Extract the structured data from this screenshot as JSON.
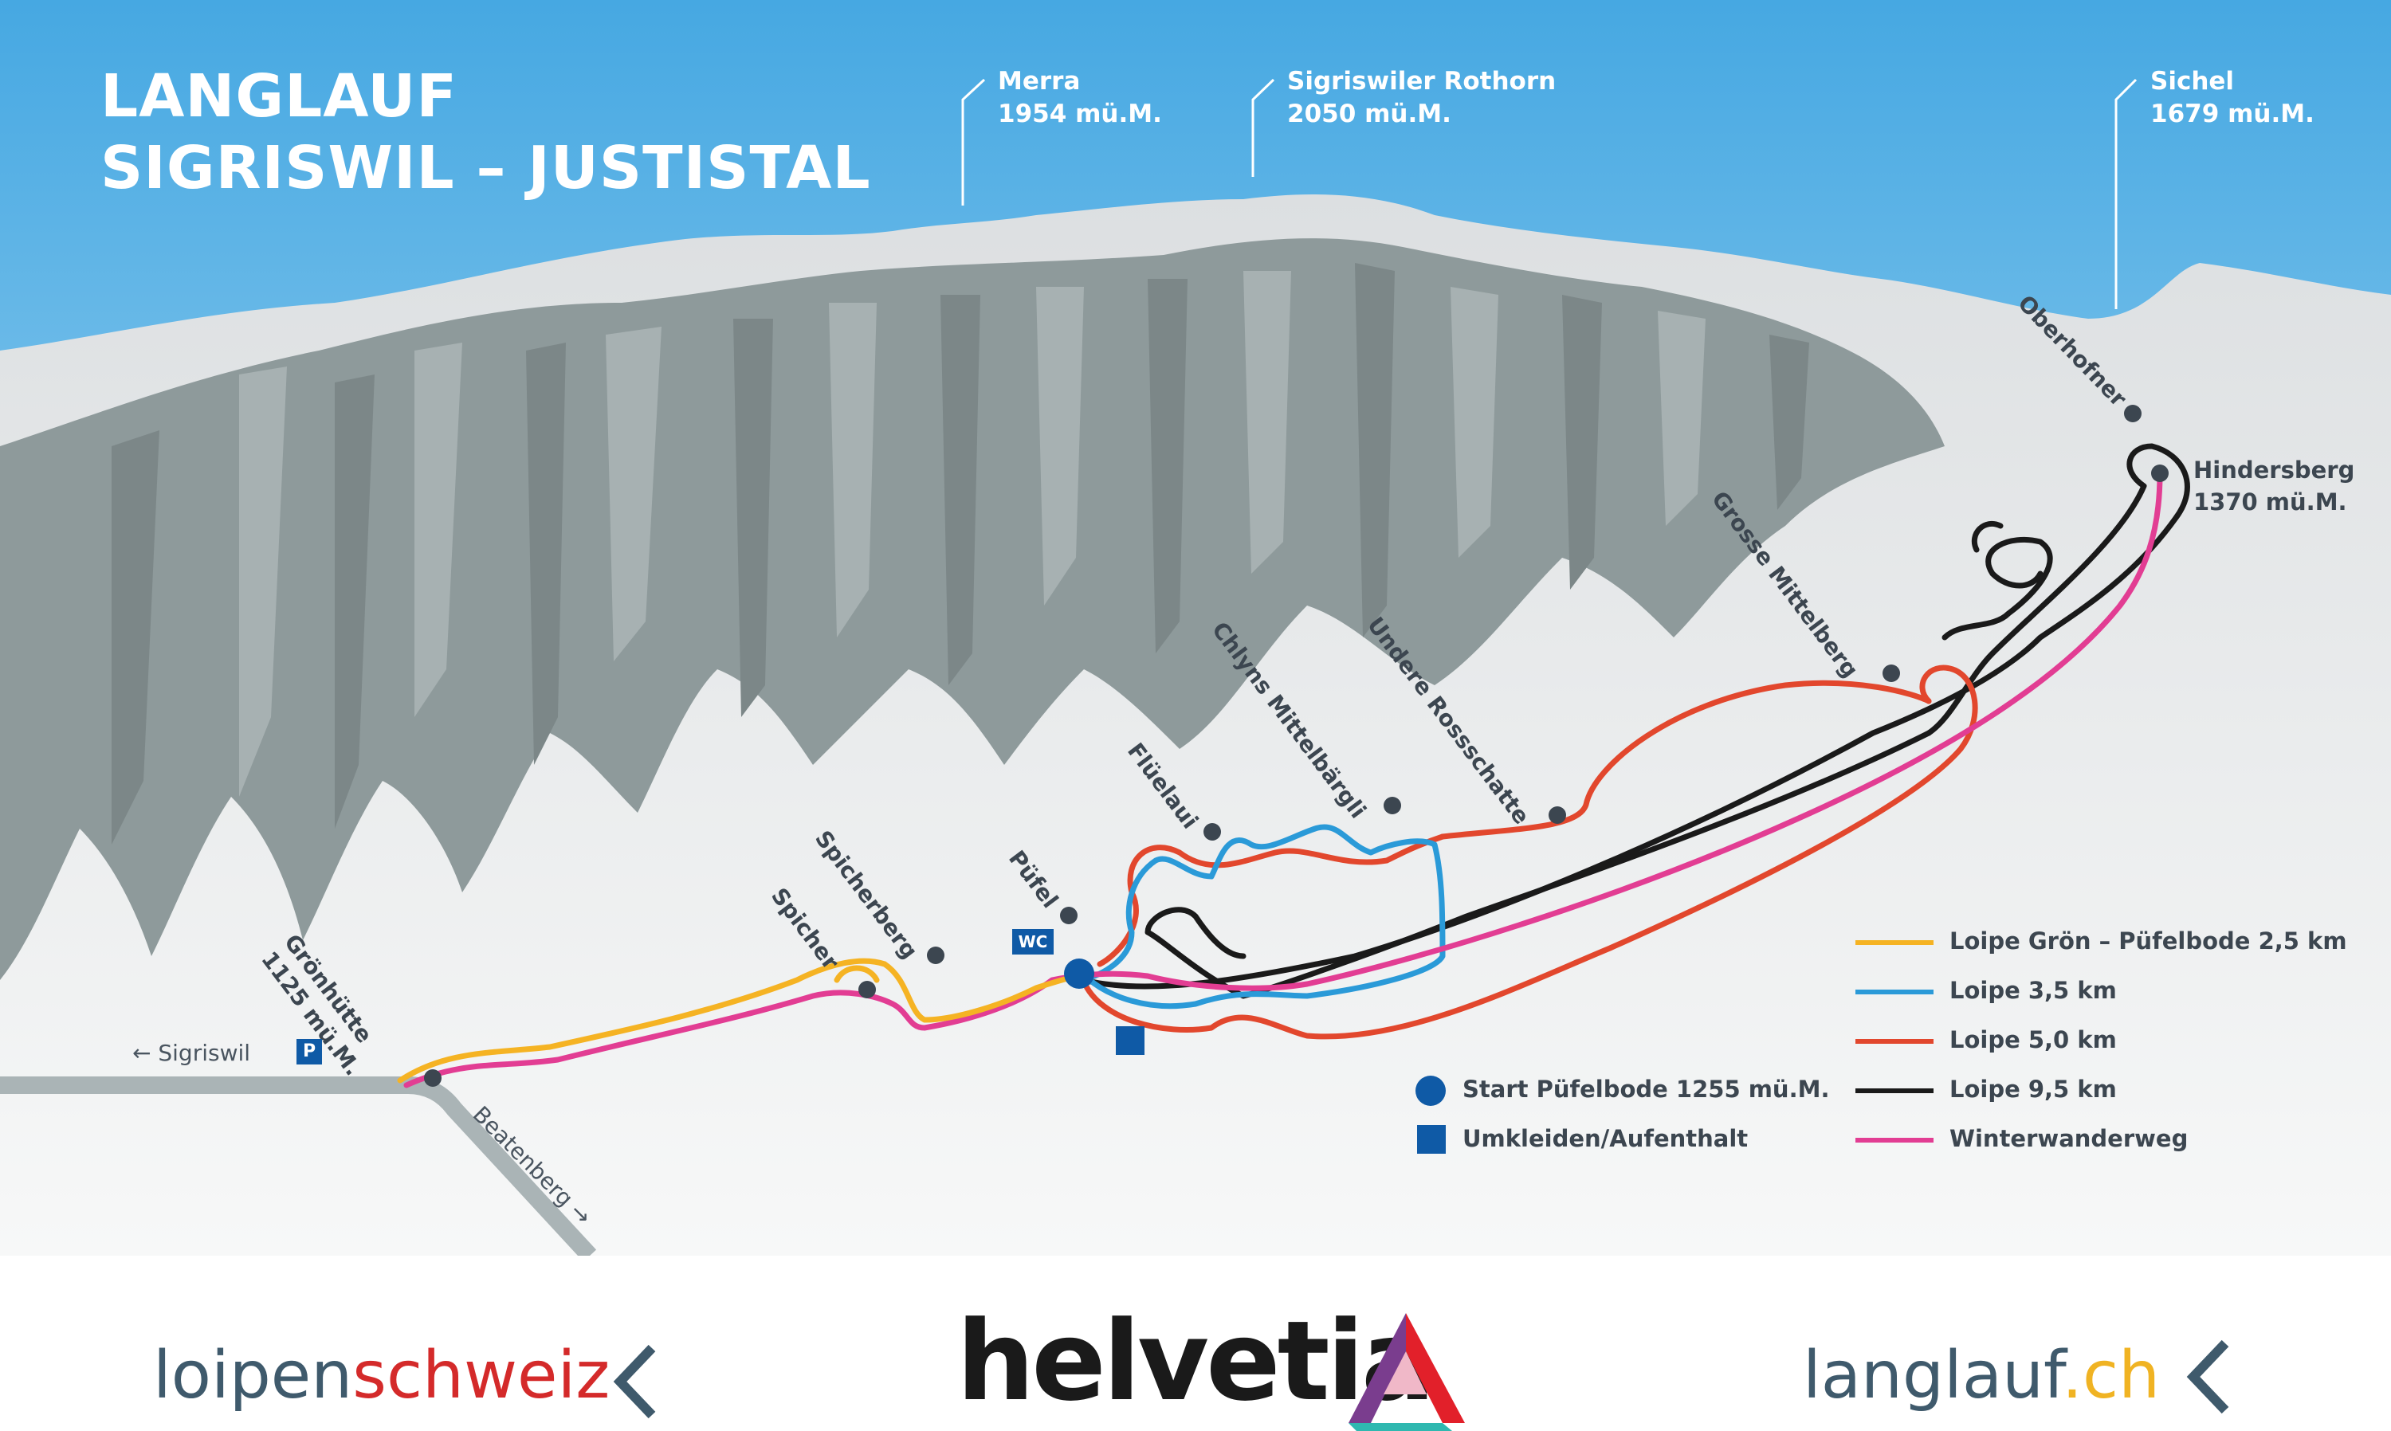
{
  "map": {
    "title_line1": "LANGLAUF",
    "title_line2": "SIGRISWIL – JUSTISTAL",
    "peaks": [
      {
        "name": "Merra",
        "alt": "1954 mü.M."
      },
      {
        "name": "Sigriswiler Rothorn",
        "alt": "2050 mü.M."
      },
      {
        "name": "Sichel",
        "alt": "1679 mü.M."
      }
    ],
    "places": {
      "oberhofner": "Oberhofner",
      "hindersberg_name": "Hindersberg",
      "hindersberg_alt": "1370 mü.M.",
      "grosse_mittelberg": "Grosse Mittelberg",
      "undere_rossschatte": "Undere Rossschatte",
      "chlyns_mittelbaergli": "Chlyns Mittelbärgli",
      "flueelaui": "Flüelaui",
      "puefel": "Püfel",
      "spicherberg": "Spicherberg",
      "spicher": "Spicher",
      "groenhuette_name": "Grönhütte",
      "groenhuette_alt": "1125 mü.M."
    },
    "roads": {
      "sigriswil": "← Sigriswil",
      "beatenberg": "Beatenberg →"
    },
    "signs": {
      "parking": "P",
      "wc": "WC"
    },
    "colors": {
      "sky_top": "#46a8e2",
      "sky_bottom": "#bfe3f6",
      "snow": "#e8ebed",
      "rock": "#8e9a9b",
      "loipe_groen": "#f5b323",
      "loipe_35": "#2a9ad8",
      "loipe_50": "#e2472d",
      "loipe_95": "#1a1a1a",
      "winterwanderweg": "#e23d93",
      "marker": "#0f5aa6"
    }
  },
  "legend": {
    "routes": [
      {
        "label": "Loipe Grön – Püfelbode 2,5 km",
        "color": "#f5b323"
      },
      {
        "label": "Loipe 3,5 km",
        "color": "#2a9ad8"
      },
      {
        "label": "Loipe 5,0 km",
        "color": "#e2472d"
      },
      {
        "label": "Loipe 9,5 km",
        "color": "#1a1a1a"
      },
      {
        "label": "Winterwanderweg",
        "color": "#e23d93"
      }
    ],
    "start": "Start Püfelbode 1255 mü.M.",
    "facility": "Umkleiden/Aufenthalt"
  },
  "footer": {
    "loipen_part1": "loipen",
    "loipen_part2": "schweiz",
    "sponsor": "helvetia",
    "langlauf_part1": "langlauf",
    "langlauf_part2": ".ch"
  }
}
